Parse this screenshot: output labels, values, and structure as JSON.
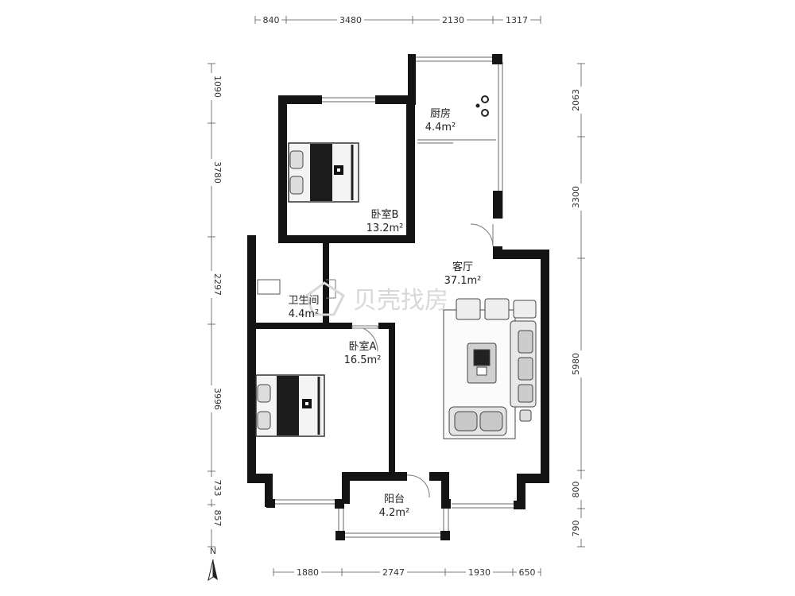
{
  "dimensions": {
    "top": [
      "840",
      "3480",
      "2130",
      "1317"
    ],
    "bottom": [
      "1880",
      "2747",
      "1930",
      "650"
    ],
    "left": [
      "1090",
      "3780",
      "2297",
      "3996",
      "733",
      "857"
    ],
    "right": [
      "2063",
      "3300",
      "5980",
      "800",
      "790"
    ]
  },
  "rooms": {
    "kitchen": {
      "name": "厨房",
      "area": "4.4m²"
    },
    "bedroom_b": {
      "name": "卧室B",
      "area": "13.2m²"
    },
    "living_room": {
      "name": "客厅",
      "area": "37.1m²"
    },
    "bathroom": {
      "name": "卫生间",
      "area": "4.4m²"
    },
    "bedroom_a": {
      "name": "卧室A",
      "area": "16.5m²"
    },
    "balcony": {
      "name": "阳台",
      "area": "4.2m²"
    }
  },
  "watermark": "贝壳找房",
  "compass": {
    "label": "N"
  }
}
